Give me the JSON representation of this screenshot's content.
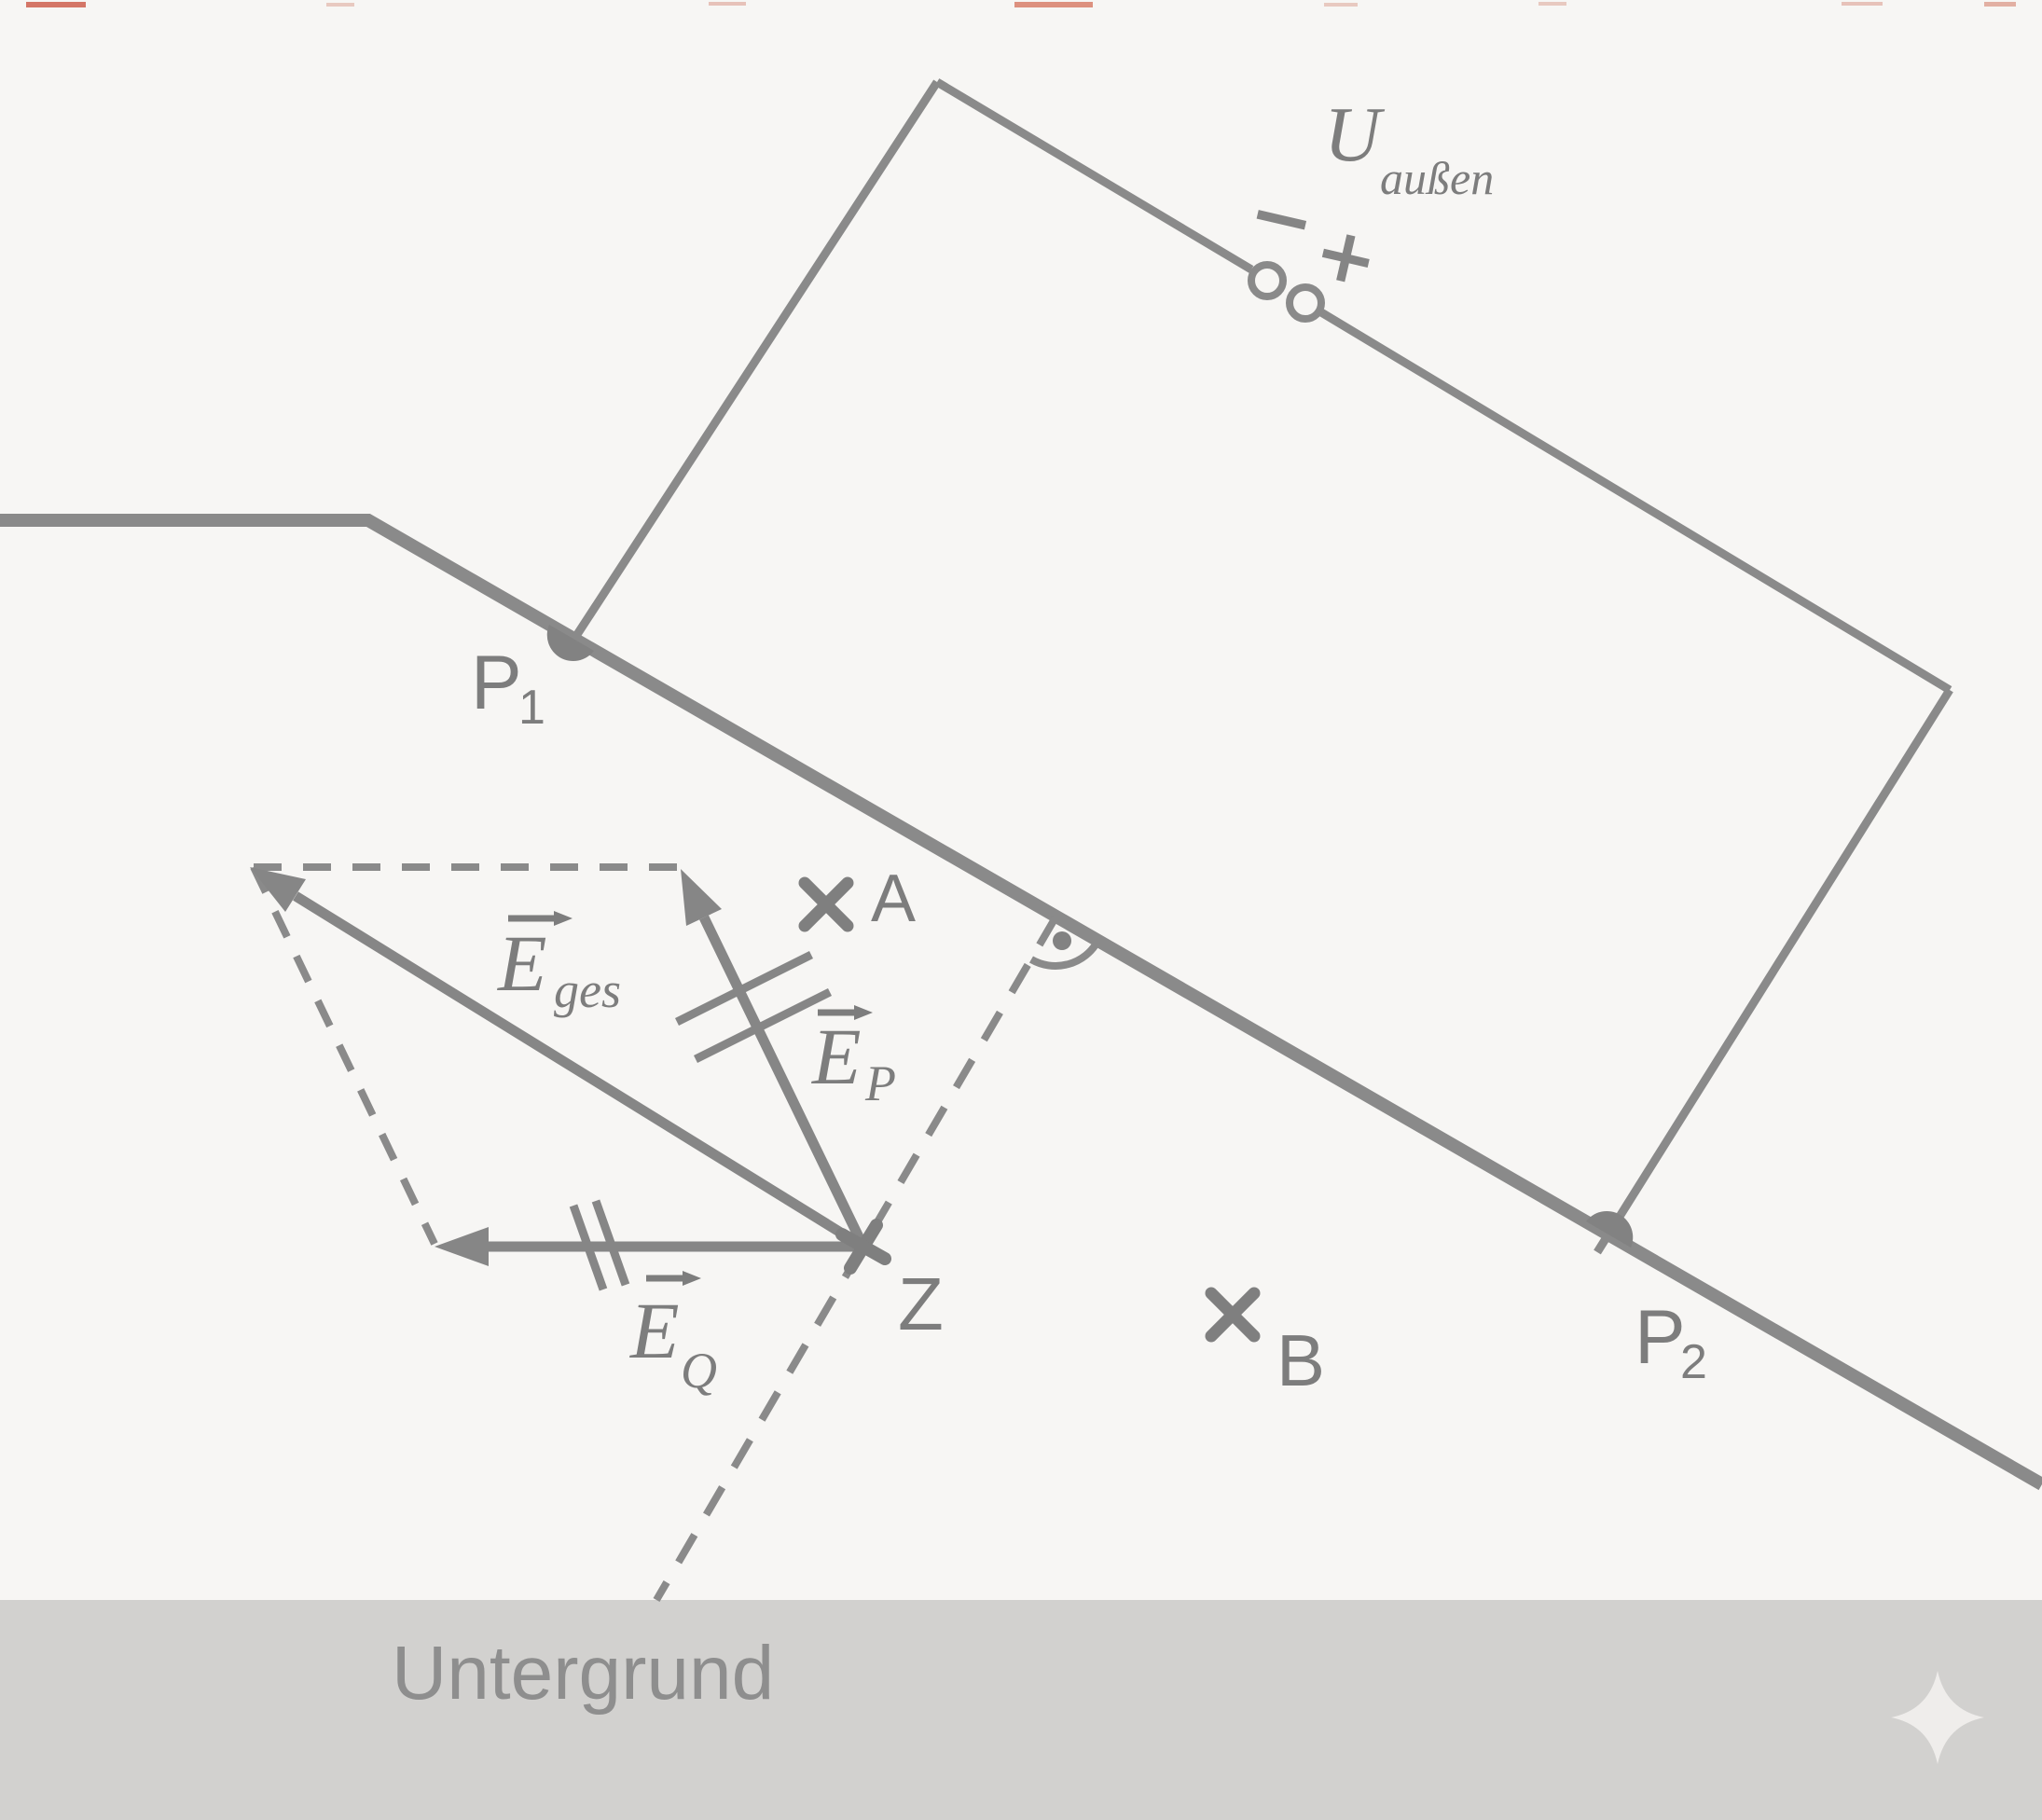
{
  "colors": {
    "background": "#f7f6f4",
    "line_gray": "#8a8a8a",
    "text_gray": "#7d7d7d",
    "ground_band": "#d2d1cf",
    "ground_text": "#8e8e8e",
    "sparkle": "#efedeb",
    "top_speckle_red": "#c84b38"
  },
  "voltage_source": {
    "symbol": "U",
    "subscript": "außen",
    "minus_sign": "−",
    "plus_sign": "+"
  },
  "points": {
    "p1": {
      "base": "P",
      "sub": "1"
    },
    "p2": {
      "base": "P",
      "sub": "2"
    },
    "a": "A",
    "b": "B",
    "z": "Z"
  },
  "vectors": {
    "e_ges": {
      "base": "E",
      "sub": "ges"
    },
    "e_p": {
      "base": "E",
      "sub": "P"
    },
    "e_q": {
      "base": "E",
      "sub": "Q"
    }
  },
  "ground": {
    "label": "Untergrund"
  }
}
